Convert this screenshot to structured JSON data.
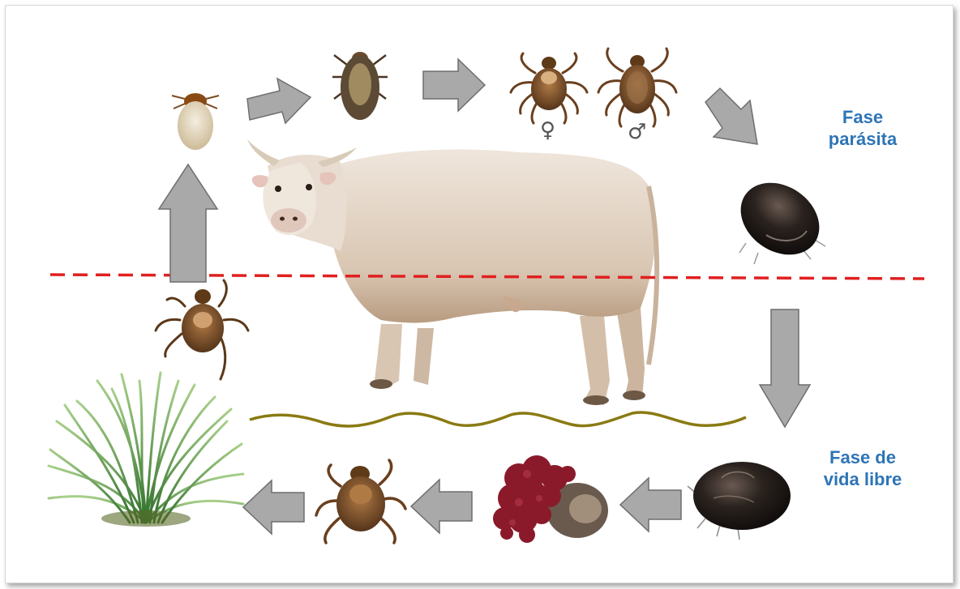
{
  "labels": {
    "parasitic_phase": [
      "Fase",
      "parásita"
    ],
    "free_living_phase": [
      "Fase de",
      "vida libre"
    ]
  },
  "symbols": {
    "female": "♀",
    "male": "♂"
  },
  "colors": {
    "phase_label": "#2e75b6",
    "boundary_line": "#e02020",
    "ground_line": "#8a7a12",
    "arrow_fill": "#a9a9a9",
    "arrow_stroke": "#6e6e6e"
  }
}
